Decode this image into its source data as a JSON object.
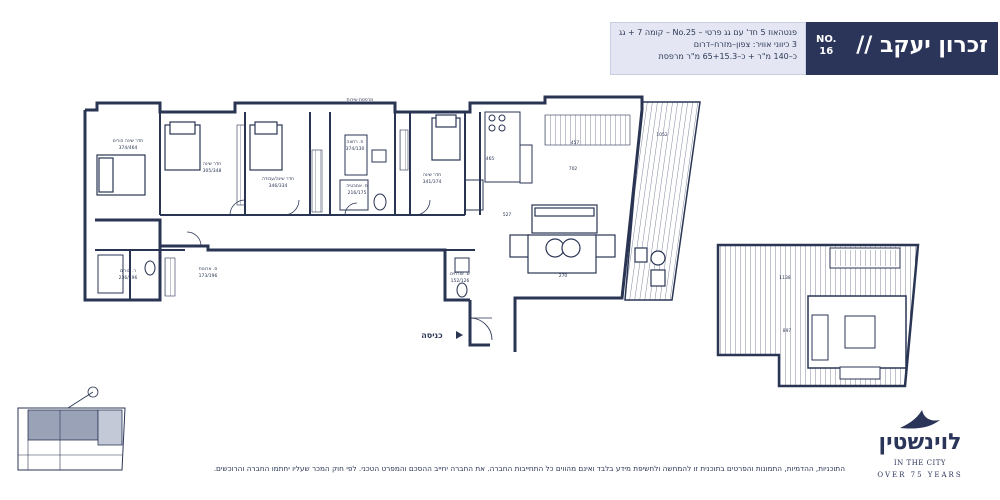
{
  "header": {
    "project_name": "זכרון יעקב //",
    "unit_no_line1": "NO.",
    "unit_no_line2": "16",
    "info_line1": "פנטהאוז 5 חד' עם גג פרטי – No.25 – קומה 7 + גג",
    "info_line2": "3 כיווני אוויר: צפון–מזרח–דרום",
    "info_line3": "כ–140 מ\"ר + כ–65+15.3 מ\"ר מרפסת"
  },
  "plan": {
    "entrance_label": "כניסה",
    "street_label": "מרפסת שירות",
    "rooms": [
      {
        "name": "חדר שינה הורים",
        "size": "374/464"
      },
      {
        "name": "חדר שינה",
        "size": "305/348"
      },
      {
        "name": "חדר שינה/עבודה",
        "size": "346/334"
      },
      {
        "name": "חדר שינה",
        "size": "341/374"
      },
      {
        "name": "ח. רחצה",
        "size": "374/130"
      },
      {
        "name": "ח. אמבטיה",
        "size": "216/175"
      },
      {
        "name": "ר. הורים",
        "size": "236/196"
      },
      {
        "name": "ס. ארונות",
        "size": "173/196"
      },
      {
        "name": "ש. אורחים",
        "size": "152/126"
      }
    ],
    "dims": {
      "kitchen_depth": "465",
      "living_width": "457",
      "living_depth": "702",
      "corridor": "527",
      "sofa_width": "270",
      "balcony": "1052",
      "roof_a": "1138",
      "roof_b": "897"
    }
  },
  "disclaimer": "התוכניות, ההדמיות, התמונות והפרטים בתוכנית זו להמחשה ולחשיפת מידע בלבד ואינם מהווים כל התחייבות החברה. את החברה יחייב ההסכם והמפרט הטכני. לפי חוק המכר שעליו יחתמו החברה והרוכשים.",
  "logo": {
    "name": "לוינשטין",
    "tagline": "IN THE CITY",
    "subline": "OVER 75 YEARS"
  },
  "colors": {
    "primary": "#2b3559",
    "header_info_bg": "#e4e7f3",
    "wall": "#2a3554",
    "highlight": "#9aa2b8"
  }
}
